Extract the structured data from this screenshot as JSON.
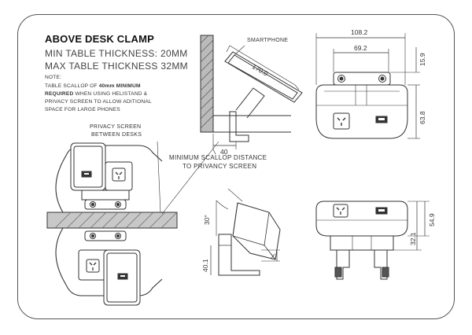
{
  "title": "ABOVE DESK CLAMP",
  "min_thickness": "MIN TABLE THICKNESS: 20MM",
  "max_thickness": "MAX TABLE THICKNESS 32MM",
  "note_heading": "NOTE:",
  "note_line1_a": "TABLE SCALLOP OF ",
  "note_line1_b": "40mm MINIMUM",
  "note_line2_a": "REQUIRED",
  "note_line2_b": " WHEN USING HELISTAND &",
  "note_line3": "PRIVACY SCREEN TO ALLOW ADITIONAL",
  "note_line4": "SPACE FOR LARGE PHONES",
  "labels": {
    "smartphone": "SMARTPHONE",
    "privacy_screen_1": "PRIVACY SCREEN",
    "privacy_screen_2": "BETWEEN DESKS",
    "min_scallop_1": "MINIMUM SCALLOP DISTANCE",
    "min_scallop_2": "TO PRIVANCY SCREEN"
  },
  "dimensions": {
    "side_length": "170.0",
    "scallop": "40",
    "top_width": "108.2",
    "top_inner": "69.2",
    "top_small": "15.9",
    "top_height": "63.8",
    "angle": "30°",
    "x_mark": "X",
    "clamp_height": "40.1",
    "front_inner": "32.1",
    "front_total": "54.9"
  }
}
